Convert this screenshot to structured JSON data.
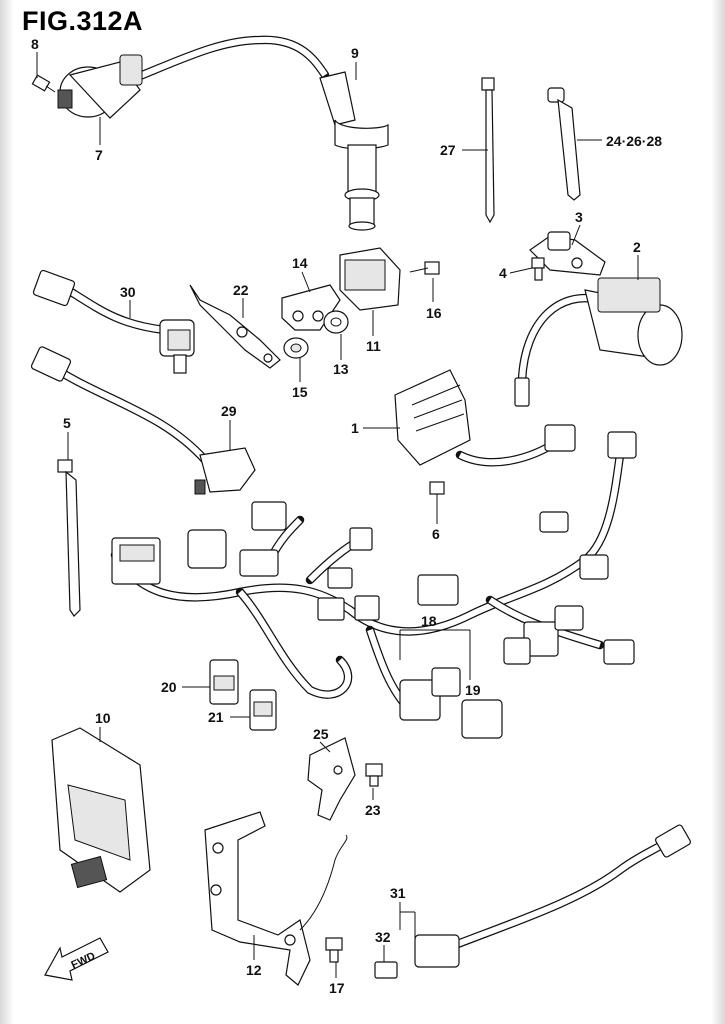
{
  "figure": {
    "title": "FIG.312A"
  },
  "callouts": {
    "c1": "1",
    "c2": "2",
    "c3": "3",
    "c4": "4",
    "c5": "5",
    "c6": "6",
    "c7": "7",
    "c8": "8",
    "c9": "9",
    "c10": "10",
    "c11": "11",
    "c12": "12",
    "c13": "13",
    "c14": "14",
    "c15": "15",
    "c16": "16",
    "c17": "17",
    "c18": "18",
    "c19": "19",
    "c20": "20",
    "c21": "21",
    "c22": "22",
    "c23": "23",
    "c24_26_28": "24·26·28",
    "c25": "25",
    "c27": "27",
    "c29": "29",
    "c30": "30",
    "c31": "31",
    "c32": "32"
  },
  "direction_arrow": {
    "label": "FWD",
    "icon": "fwd-arrow-icon"
  }
}
